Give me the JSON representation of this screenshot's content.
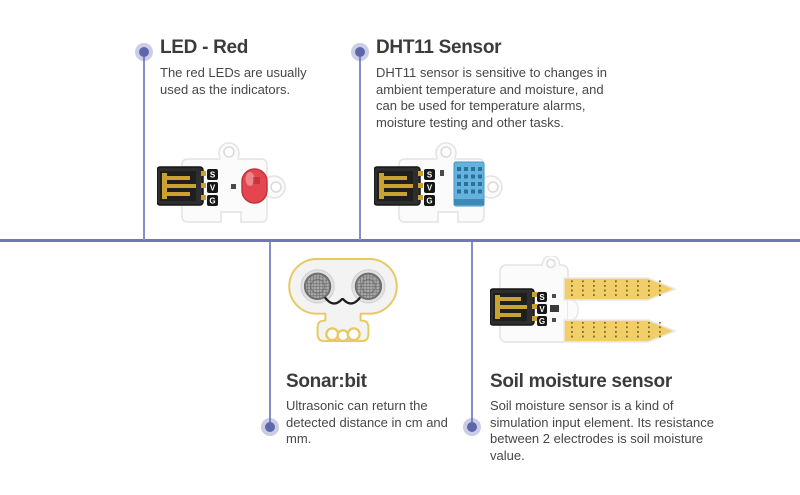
{
  "items": [
    {
      "id": "led",
      "title": "LED - Red",
      "description": "The red LEDs are usually\nused as the indicators.",
      "position": "above-timeline"
    },
    {
      "id": "dht11",
      "title": "DHT11 Sensor",
      "description": "DHT11 sensor is sensitive to changes in\nambient temperature and moisture, and\ncan be used for temperature alarms,\nmoisture testing and other tasks.",
      "position": "above-timeline"
    },
    {
      "id": "sonar",
      "title": "Sonar:bit",
      "description": "Ultrasonic can return the\ndetected distance in cm and\nmm.",
      "position": "below-timeline"
    },
    {
      "id": "soil",
      "title": "Soil moisture sensor",
      "description": "Soil moisture sensor is a kind of\nsimulation input element. Its resistance\nbetween 2 electrodes is soil moisture\nvalue.",
      "position": "below-timeline"
    }
  ],
  "modules": {
    "pin_labels": [
      "S",
      "V",
      "G"
    ]
  },
  "colors": {
    "timeline": "#7077bb",
    "timeline_dot": "#5e67ae",
    "branch_line": "#878dc9",
    "title_text": "#3b3b3b",
    "body_text": "#474747",
    "board_white": "#fbfbfb",
    "board_outline": "#e3e3e3",
    "connector_black": "#2e2e2e",
    "pin_gold": "#c9a232",
    "led_red": "#e4454e",
    "dht_blue": "#64b3dc",
    "sonar_gold": "#e8c95f",
    "soil_gold": "#f1ce67"
  }
}
